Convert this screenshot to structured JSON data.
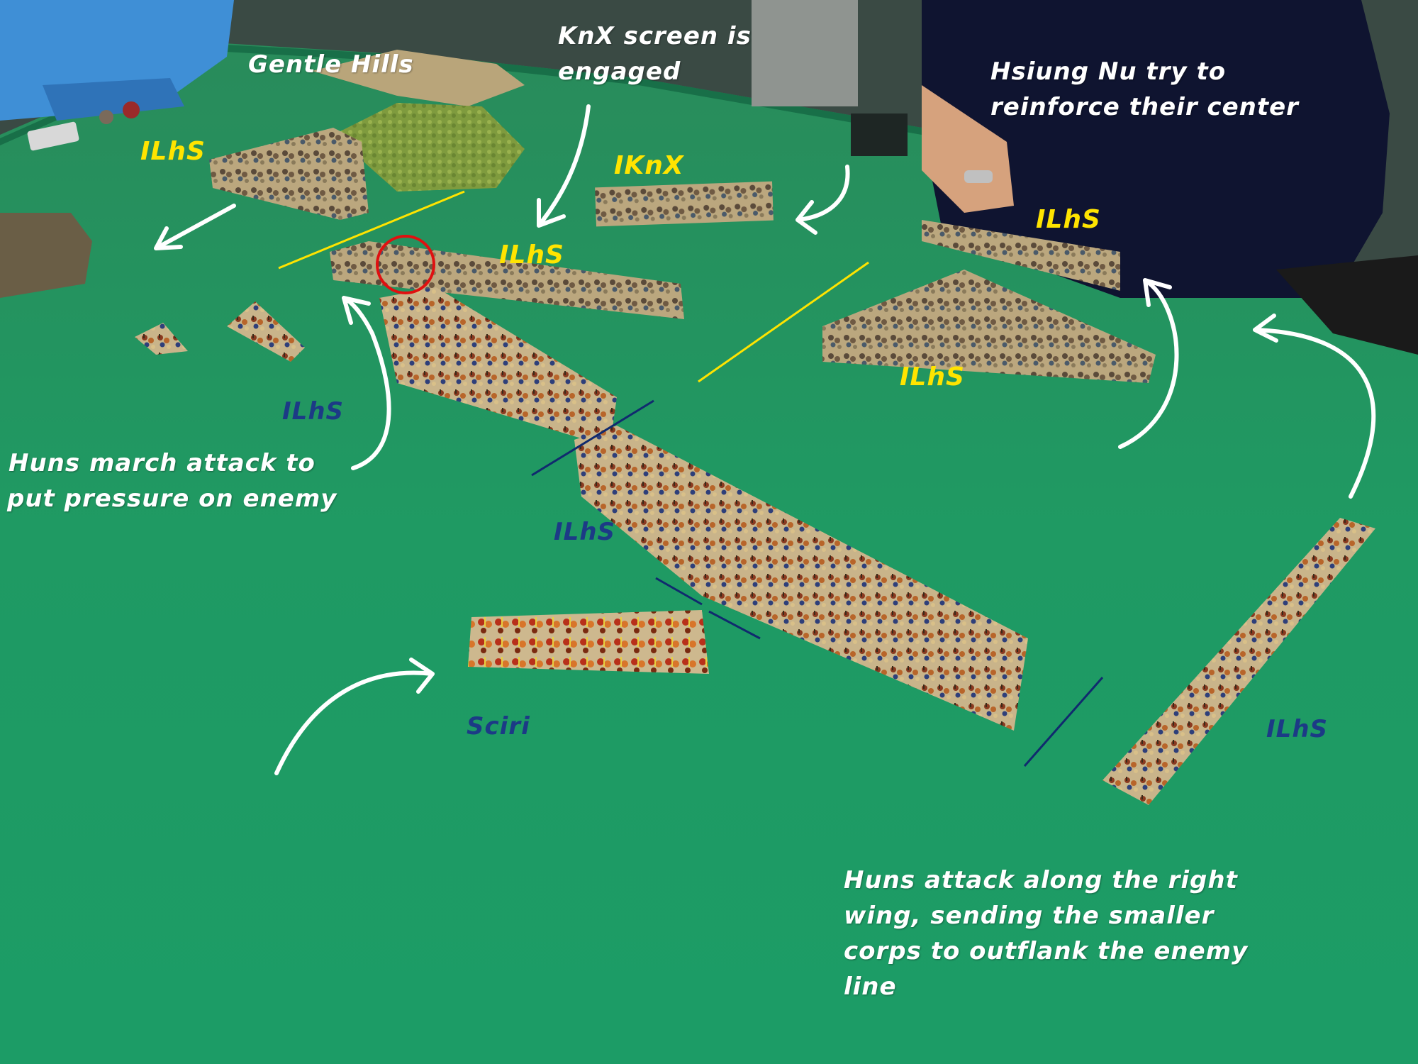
{
  "labels": {
    "gentle_hills": "Gentle Hills",
    "knx_screen_1": "KnX screen is",
    "knx_screen_2": "engaged",
    "hsiung_1": "Hsiung Nu try to",
    "hsiung_2": "reinforce their center",
    "ilhs_top_left": "ILhS",
    "iknx": "IKnX",
    "ilhs_center_top": "ILhS",
    "ilhs_right_top": "ILhS",
    "ilhs_right_mid": "ILhS",
    "ilhs_blue_left": "ILhS",
    "ilhs_blue_center": "ILhS",
    "ilhs_blue_right": "ILhS",
    "sciri": "Sciri",
    "huns_march_1": "Huns march attack to",
    "huns_march_2": "put pressure on enemy",
    "huns_right_1": "Huns attack along the right",
    "huns_right_2": "wing, sending the smaller",
    "huns_right_3": "corps to outflank the enemy",
    "huns_right_4": "line"
  },
  "colors": {
    "table": "#1f9a63",
    "yellow_label": "#ffe400",
    "blue_label": "#1c3a86",
    "white_label": "#ffffff",
    "marker_circle": "#e01010"
  }
}
